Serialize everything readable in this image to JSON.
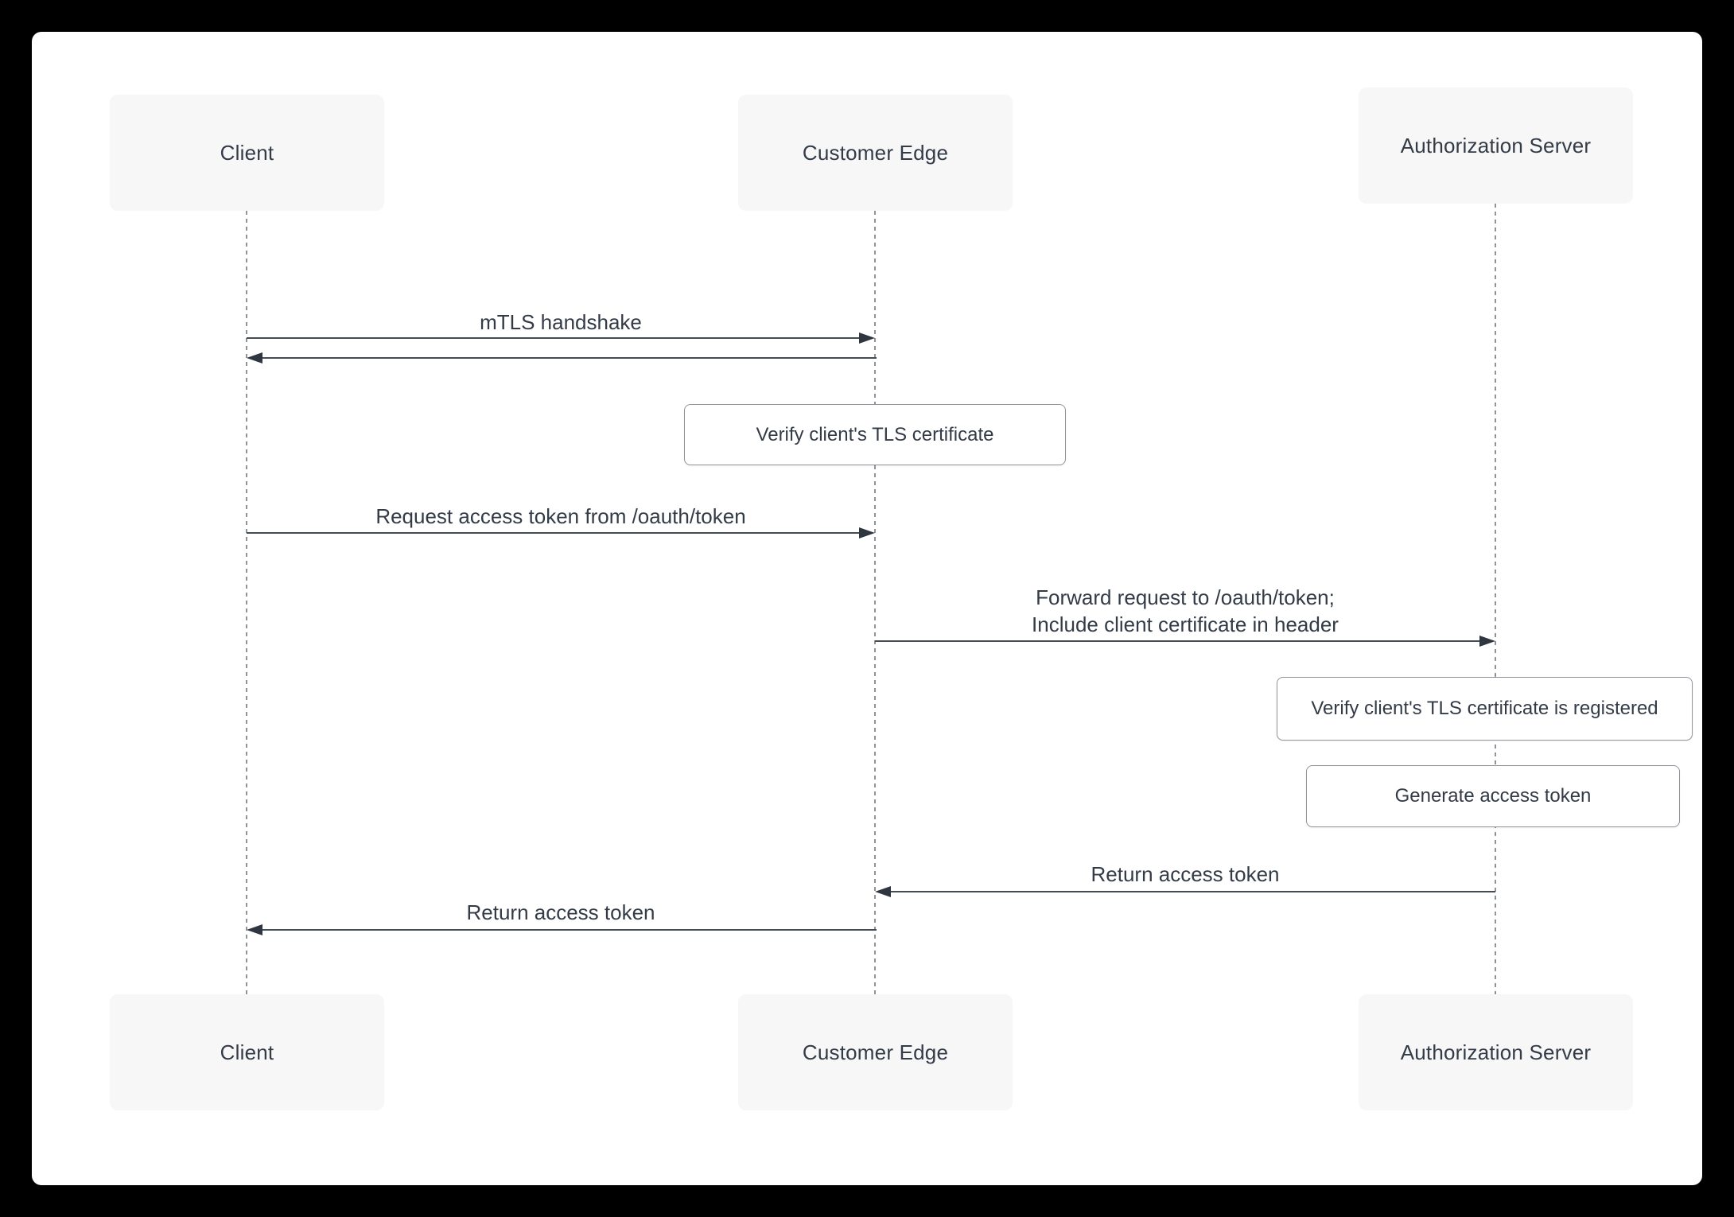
{
  "diagram": {
    "type": "sequence",
    "actors": [
      {
        "id": "client",
        "label": "Client"
      },
      {
        "id": "customer-edge",
        "label": "Customer Edge"
      },
      {
        "id": "authorization-server",
        "label": "Authorization Server"
      }
    ],
    "messages": [
      {
        "label": "mTLS handshake",
        "from": "Client",
        "to": "Customer Edge",
        "direction": "right"
      },
      {
        "label": "",
        "from": "Customer Edge",
        "to": "Client",
        "direction": "left"
      },
      {
        "label": "Request access token from /oauth/token",
        "from": "Client",
        "to": "Customer Edge",
        "direction": "right"
      },
      {
        "label_lines": [
          "Forward request to /oauth/token;",
          "Include client certificate in header"
        ],
        "from": "Customer Edge",
        "to": "Authorization Server",
        "direction": "right"
      },
      {
        "label": "Return access token",
        "from": "Authorization Server",
        "to": "Customer Edge",
        "direction": "left"
      },
      {
        "label": "Return access token",
        "from": "Customer Edge",
        "to": "Client",
        "direction": "left"
      }
    ],
    "self_actions": [
      {
        "label": "Verify client's TLS certificate",
        "actor": "Customer Edge"
      },
      {
        "label": "Verify client's TLS certificate is registered",
        "actor": "Authorization Server"
      },
      {
        "label": "Generate access token",
        "actor": "Authorization Server"
      }
    ],
    "colors": {
      "background": "#000000",
      "canvas": "#ffffff",
      "actor_fill": "#f7f7f8",
      "text": "#333b47",
      "line": "#454b53",
      "arrowhead": "#2f3640",
      "lifeline": "#8f949a",
      "note_border": "#8f949a"
    }
  }
}
